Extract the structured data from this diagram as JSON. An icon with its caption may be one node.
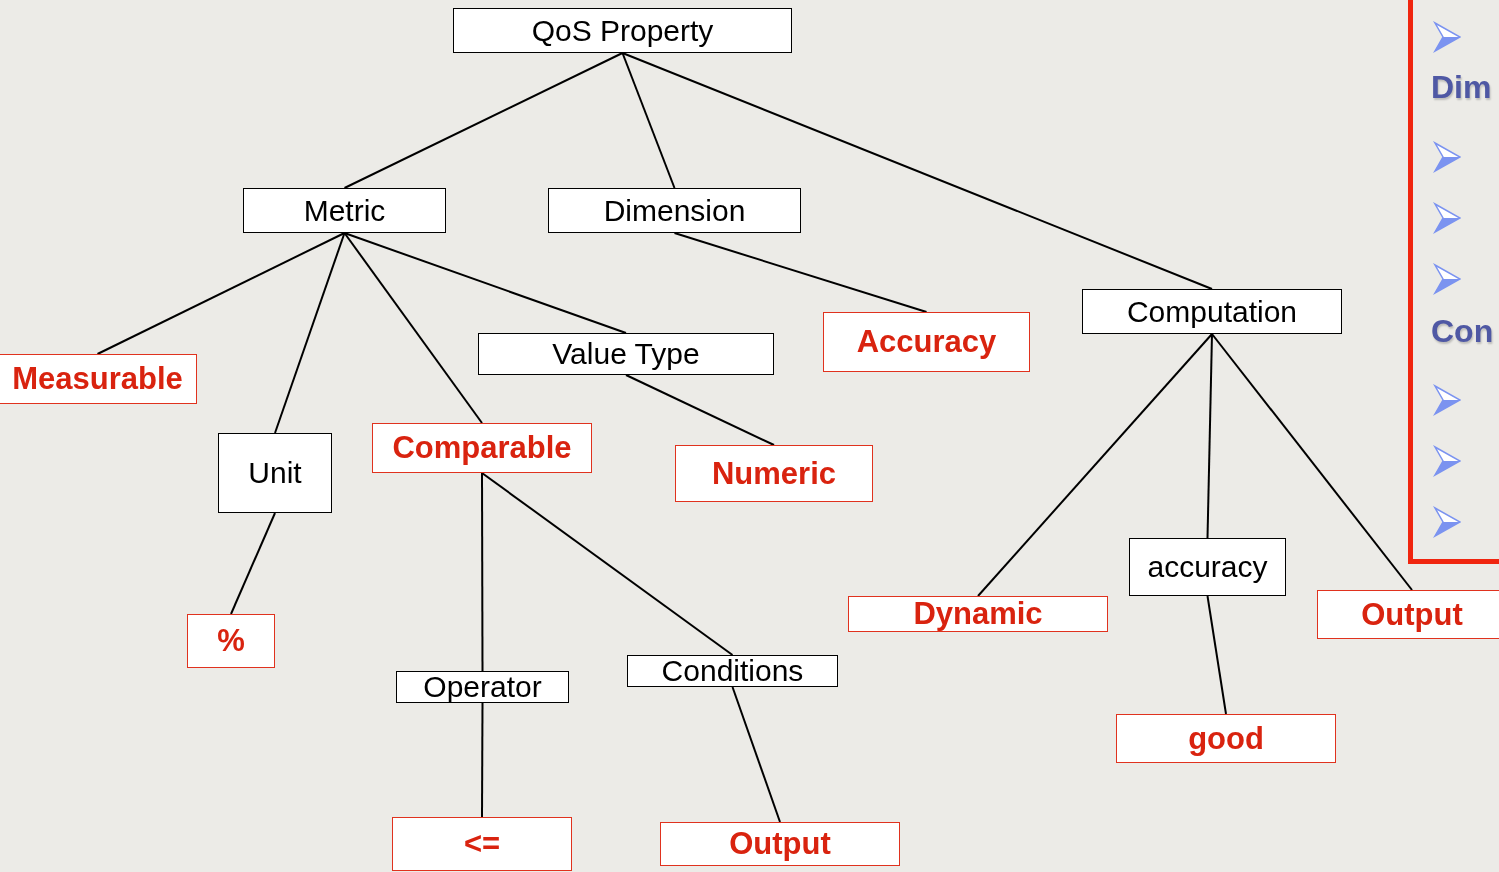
{
  "diagram": {
    "nodes": [
      {
        "text": [
          "QoS Property"
        ]
      },
      {
        "text": [
          "Metric"
        ]
      },
      {
        "text": [
          "Dimension"
        ]
      },
      {
        "text": [
          "Computation"
        ]
      },
      {
        "text": [
          "Measurable"
        ]
      },
      {
        "text": [
          "Value Type"
        ]
      },
      {
        "text": [
          "Accuracy"
        ]
      },
      {
        "text": [
          "Unit"
        ]
      },
      {
        "text": [
          "Comparable"
        ]
      },
      {
        "text": [
          "Numeric"
        ]
      },
      {
        "text": [
          "Dynamic"
        ]
      },
      {
        "text": [
          "accuracy"
        ]
      },
      {
        "text": [
          "Output"
        ]
      },
      {
        "text": [
          "%"
        ]
      },
      {
        "text": [
          "Operator"
        ]
      },
      {
        "text": [
          "Conditions"
        ]
      },
      {
        "text": [
          "good"
        ]
      },
      {
        "text": [
          "<="
        ]
      },
      {
        "text": [
          "Output"
        ]
      }
    ],
    "edges": [
      {
        "from": 0,
        "to": 1,
        "arrow": "none"
      },
      {
        "from": 0,
        "to": 2,
        "arrow": "none"
      },
      {
        "from": 0,
        "to": 3,
        "arrow": "none"
      },
      {
        "from": 1,
        "to": 4,
        "arrow": "none"
      },
      {
        "from": 1,
        "to": 7,
        "arrow": "none"
      },
      {
        "from": 1,
        "to": 8,
        "arrow": "none"
      },
      {
        "from": 1,
        "to": 5,
        "arrow": "none"
      },
      {
        "from": 2,
        "to": 6,
        "arrow": "none"
      },
      {
        "from": 5,
        "to": 9,
        "arrow": "none"
      },
      {
        "from": 7,
        "to": 13,
        "arrow": "none"
      },
      {
        "from": 8,
        "to": 14,
        "arrow": "none"
      },
      {
        "from": 8,
        "to": 15,
        "arrow": "none"
      },
      {
        "from": 14,
        "to": 17,
        "arrow": "none"
      },
      {
        "from": 15,
        "to": 18,
        "arrow": "none"
      },
      {
        "from": 3,
        "to": 10,
        "arrow": "none"
      },
      {
        "from": 3,
        "to": 11,
        "arrow": "none"
      },
      {
        "from": 3,
        "to": 12,
        "arrow": "none"
      },
      {
        "from": 11,
        "to": 16,
        "arrow": "none"
      }
    ],
    "labels": [
      "Dim",
      "Con"
    ]
  }
}
